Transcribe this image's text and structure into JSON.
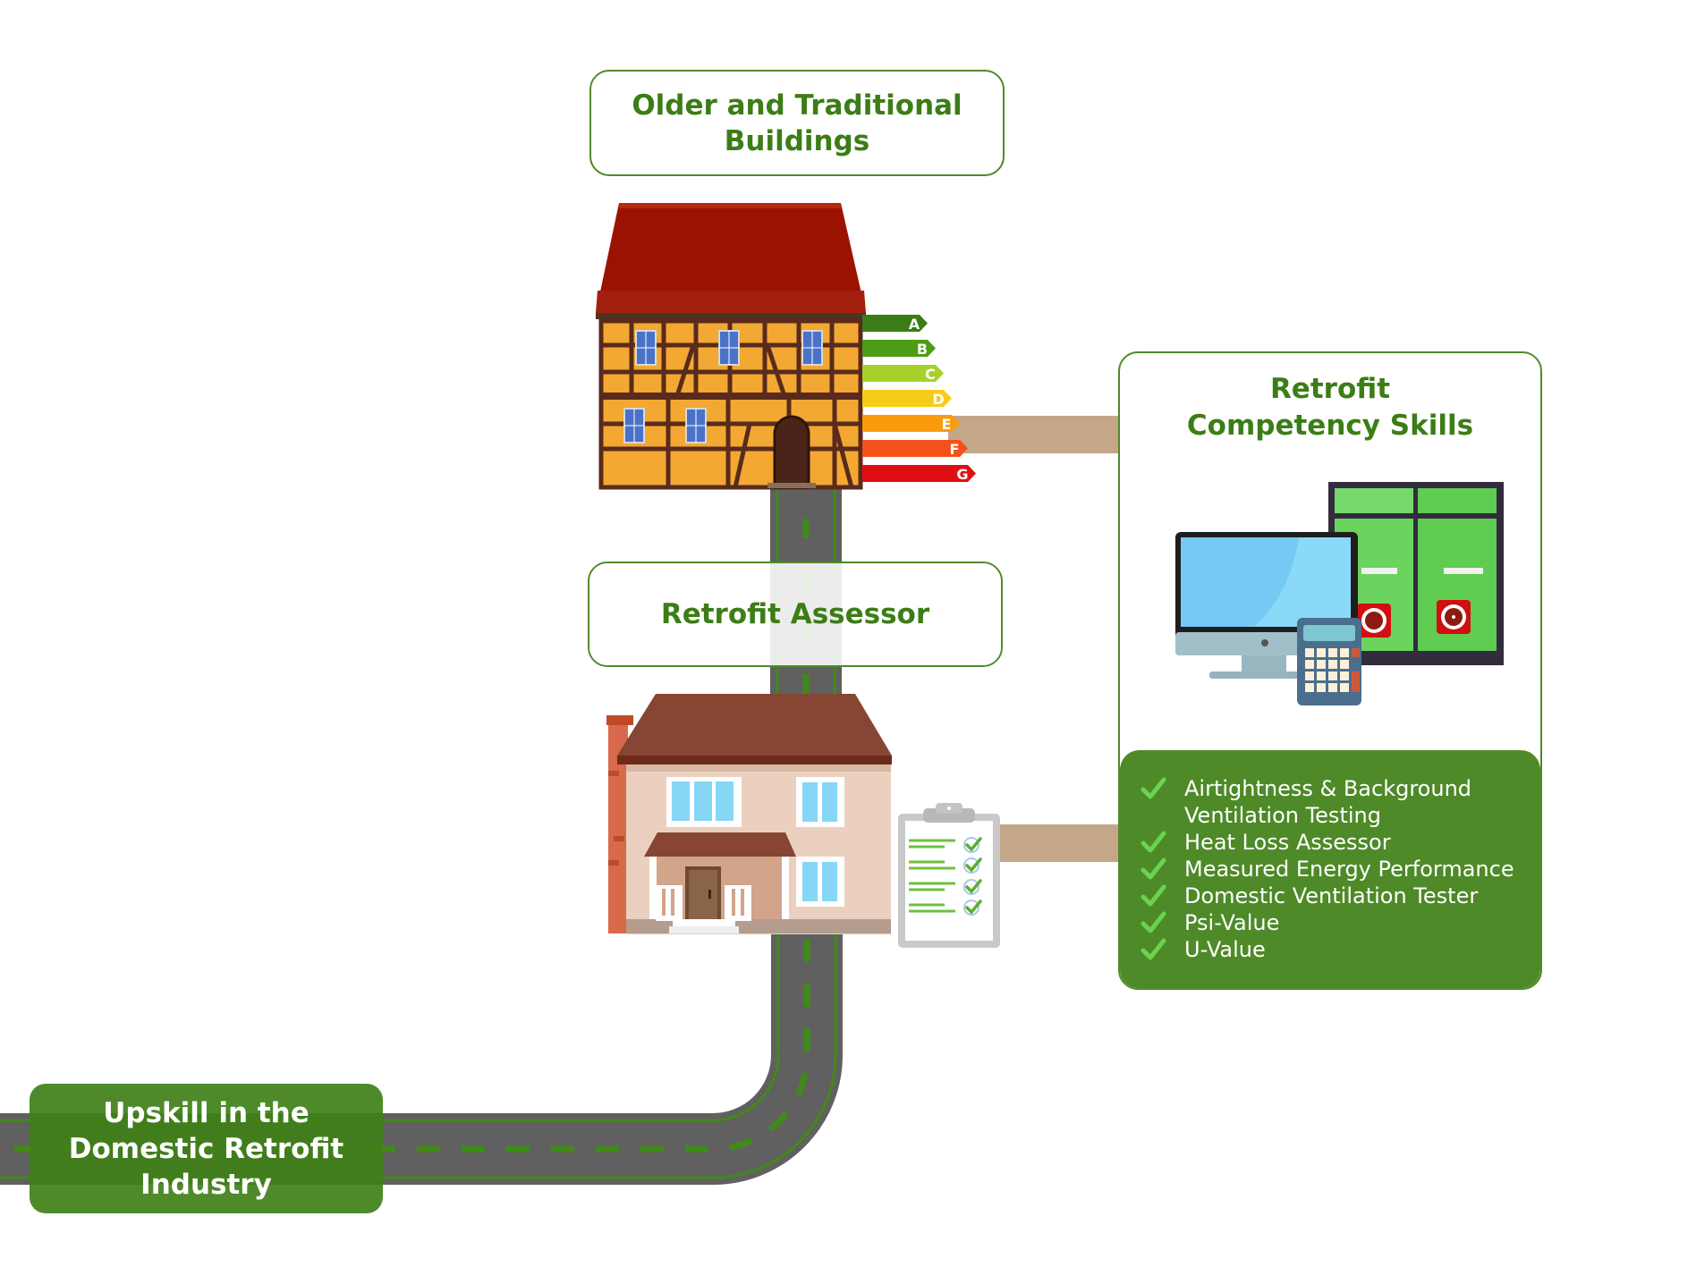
{
  "diagram": {
    "title_top": "Older and Traditional\nBuildings",
    "assessor_label": "Retrofit Assessor",
    "upskill_label": "Upskill in the\nDomestic Retrofit\nIndustry",
    "competency": {
      "title": "Retrofit\nCompetency Skills",
      "skills": [
        "Airtightness & Background\nVentilation Testing",
        "Heat Loss Assessor",
        "Measured Energy Performance",
        "Domestic Ventilation Tester",
        "Psi-Value",
        "U-Value"
      ]
    },
    "epc_ratings": [
      {
        "letter": "A",
        "color": "#3a7d16"
      },
      {
        "letter": "B",
        "color": "#4c9c14"
      },
      {
        "letter": "C",
        "color": "#a7d12a"
      },
      {
        "letter": "D",
        "color": "#f7cc17"
      },
      {
        "letter": "E",
        "color": "#f99b0c"
      },
      {
        "letter": "F",
        "color": "#f4501c"
      },
      {
        "letter": "G",
        "color": "#df0f13"
      }
    ],
    "colors": {
      "brand_green": "#3b7d16",
      "panel_green": "#4e8a28",
      "road": "#606060",
      "connector": "#c4a688"
    }
  }
}
